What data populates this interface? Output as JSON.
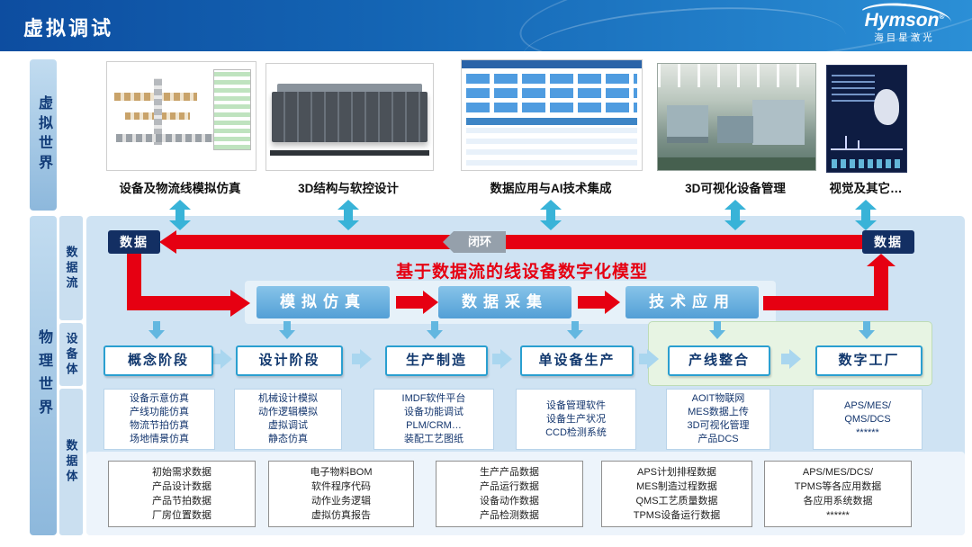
{
  "header": {
    "title": "虚拟调试",
    "brand": "Hymson",
    "brand_reg": "®",
    "brand_sub": "海目星激光"
  },
  "sidebar": {
    "virtual_world": "虚拟世界",
    "physical_world": "物理世界",
    "flow": "数据流",
    "equipment": "设备体",
    "data": "数据体"
  },
  "gallery": [
    {
      "caption": "设备及物流线模拟仿真"
    },
    {
      "caption": "3D结构与软控设计"
    },
    {
      "caption": "数据应用与AI技术集成"
    },
    {
      "caption": "3D可视化设备管理"
    },
    {
      "caption": "视觉及其它…"
    }
  ],
  "flow": {
    "left_badge": "数据",
    "right_badge": "数据",
    "loop_badge": "闭环",
    "banner": "基于数据流的线设备数字化模型",
    "steps": [
      "模拟仿真",
      "数据采集",
      "技术应用"
    ]
  },
  "stages": [
    "概念阶段",
    "设计阶段",
    "生产制造",
    "单设备生产",
    "产线整合",
    "数字工厂"
  ],
  "details": [
    [
      "设备示意仿真",
      "产线功能仿真",
      "物流节拍仿真",
      "场地情景仿真"
    ],
    [
      "机械设计模拟",
      "动作逻辑模拟",
      "虚拟调试",
      "静态仿真"
    ],
    [
      "IMDF软件平台",
      "设备功能调试",
      "PLM/CRM…",
      "装配工艺图纸"
    ],
    [
      "设备管理软件",
      "设备生产状况",
      "CCD检测系统"
    ],
    [
      "AOIT物联网",
      "MES数据上传",
      "3D可视化管理",
      "产品DCS"
    ],
    [
      "APS/MES/",
      "QMS/DCS",
      "******"
    ]
  ],
  "datasets": [
    [
      "初始需求数据",
      "产品设计数据",
      "产品节拍数据",
      "厂房位置数据"
    ],
    [
      "电子物料BOM",
      "软件程序代码",
      "动作业务逻辑",
      "虚拟仿真报告"
    ],
    [
      "生产产品数据",
      "产品运行数据",
      "设备动作数据",
      "产品检测数据"
    ],
    [
      "APS计划排程数据",
      "MES制造过程数据",
      "QMS工艺质量数据",
      "TPMS设备运行数据"
    ],
    [
      "APS/MES/DCS/",
      "TPMS等各应用数据",
      "各应用系统数据",
      "******"
    ]
  ],
  "colors": {
    "header_blue": "#0d4da0",
    "accent_red": "#e60012",
    "navy_badge": "#132f63",
    "panel_blue": "#cfe3f3",
    "step_blue": "#539fd6",
    "stage_border": "#2a9fd0",
    "highlight_green": "#e7f4e3"
  }
}
